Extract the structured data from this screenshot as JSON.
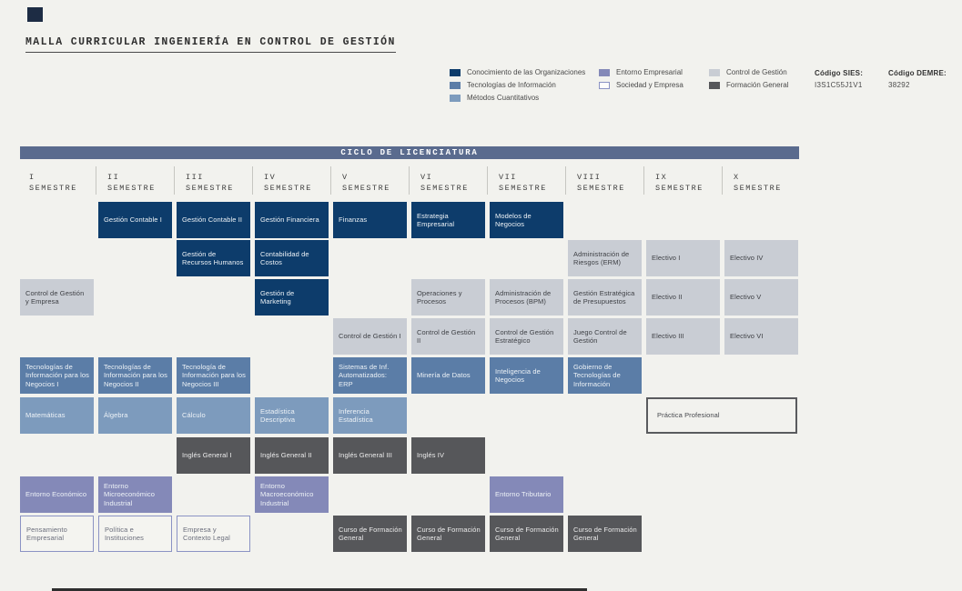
{
  "page": {
    "title": "MALLA CURRICULAR INGENIERÍA EN CONTROL DE GESTIÓN",
    "banner": "CICLO DE LICENCIATURA"
  },
  "colors": {
    "background": "#f2f2ee",
    "banner": "#5a6b8e",
    "org": "#0d3c6b",
    "ti": "#5b7da7",
    "mc": "#7d9bbd",
    "ee": "#8489b8",
    "se_border": "#8b93c4",
    "cg": "#c9cdd4",
    "fg": "#56575a",
    "pp_border": "#5a5b5e"
  },
  "legend": {
    "groups": [
      [
        {
          "label": "Conocimiento de las Organizaciones",
          "cat": "org"
        },
        {
          "label": "Tecnologías de Información",
          "cat": "ti"
        },
        {
          "label": "Métodos Cuantitativos",
          "cat": "mc"
        }
      ],
      [
        {
          "label": "Entorno Empresarial",
          "cat": "ee"
        },
        {
          "label": "Sociedad y Empresa",
          "cat": "se"
        }
      ],
      [
        {
          "label": "Control de Gestión",
          "cat": "cg"
        },
        {
          "label": "Formación General",
          "cat": "fg"
        }
      ]
    ],
    "codes": [
      {
        "label": "Código SIES:",
        "value": "I3S1C55J1V1"
      },
      {
        "label": "Código DEMRE:",
        "value": "38292"
      }
    ]
  },
  "semesters": [
    {
      "numeral": "I",
      "word": "SEMESTRE"
    },
    {
      "numeral": "II",
      "word": "SEMESTRE"
    },
    {
      "numeral": "III",
      "word": "SEMESTRE"
    },
    {
      "numeral": "IV",
      "word": "SEMESTRE"
    },
    {
      "numeral": "V",
      "word": "SEMESTRE"
    },
    {
      "numeral": "VI",
      "word": "SEMESTRE"
    },
    {
      "numeral": "VII",
      "word": "SEMESTRE"
    },
    {
      "numeral": "VIII",
      "word": "SEMESTRE"
    },
    {
      "numeral": "IX",
      "word": "SEMESTRE"
    },
    {
      "numeral": "X",
      "word": "SEMESTRE"
    }
  ],
  "courses": [
    {
      "name": "Gestión Contable I",
      "col": 2,
      "row": 1,
      "cat": "org"
    },
    {
      "name": "Gestión Contable II",
      "col": 3,
      "row": 1,
      "cat": "org"
    },
    {
      "name": "Gestión Financiera",
      "col": 4,
      "row": 1,
      "cat": "org"
    },
    {
      "name": "Finanzas",
      "col": 5,
      "row": 1,
      "cat": "org"
    },
    {
      "name": "Estrategia Empresarial",
      "col": 6,
      "row": 1,
      "cat": "org"
    },
    {
      "name": "Modelos de Negocios",
      "col": 7,
      "row": 1,
      "cat": "org"
    },
    {
      "name": "Gestión de Recursos Humanos",
      "col": 3,
      "row": 2,
      "cat": "org"
    },
    {
      "name": "Contabilidad de Costos",
      "col": 4,
      "row": 2,
      "cat": "org"
    },
    {
      "name": "Administración de Riesgos (ERM)",
      "col": 8,
      "row": 2,
      "cat": "cg"
    },
    {
      "name": "Electivo I",
      "col": 9,
      "row": 2,
      "cat": "cg"
    },
    {
      "name": "Electivo IV",
      "col": 10,
      "row": 2,
      "cat": "cg"
    },
    {
      "name": "Control de Gestión y Empresa",
      "col": 1,
      "row": 3,
      "cat": "cg"
    },
    {
      "name": "Gestión de Marketing",
      "col": 4,
      "row": 3,
      "cat": "org"
    },
    {
      "name": "Operaciones y Procesos",
      "col": 6,
      "row": 3,
      "cat": "cg"
    },
    {
      "name": "Administración de Procesos (BPM)",
      "col": 7,
      "row": 3,
      "cat": "cg"
    },
    {
      "name": "Gestión Estratégica de Presupuestos",
      "col": 8,
      "row": 3,
      "cat": "cg"
    },
    {
      "name": "Electivo II",
      "col": 9,
      "row": 3,
      "cat": "cg"
    },
    {
      "name": "Electivo V",
      "col": 10,
      "row": 3,
      "cat": "cg"
    },
    {
      "name": "Control de Gestión I",
      "col": 5,
      "row": 4,
      "cat": "cg"
    },
    {
      "name": "Control de Gestión II",
      "col": 6,
      "row": 4,
      "cat": "cg"
    },
    {
      "name": "Control de Gestión Estratégico",
      "col": 7,
      "row": 4,
      "cat": "cg"
    },
    {
      "name": "Juego Control de Gestión",
      "col": 8,
      "row": 4,
      "cat": "cg"
    },
    {
      "name": "Electivo III",
      "col": 9,
      "row": 4,
      "cat": "cg"
    },
    {
      "name": "Electivo VI",
      "col": 10,
      "row": 4,
      "cat": "cg"
    },
    {
      "name": "Tecnologías de Información para los Negocios I",
      "col": 1,
      "row": 5,
      "cat": "ti"
    },
    {
      "name": "Tecnologías de Información para los Negocios II",
      "col": 2,
      "row": 5,
      "cat": "ti"
    },
    {
      "name": "Tecnología de Información para los Negocios III",
      "col": 3,
      "row": 5,
      "cat": "ti"
    },
    {
      "name": "Sistemas de Inf. Automatizados: ERP",
      "col": 5,
      "row": 5,
      "cat": "ti"
    },
    {
      "name": "Minería de Datos",
      "col": 6,
      "row": 5,
      "cat": "ti"
    },
    {
      "name": "Inteligencia de Negocios",
      "col": 7,
      "row": 5,
      "cat": "ti"
    },
    {
      "name": "Gobierno de Tecnologías de Información",
      "col": 8,
      "row": 5,
      "cat": "ti"
    },
    {
      "name": "Matemáticas",
      "col": 1,
      "row": 6,
      "cat": "mc"
    },
    {
      "name": "Álgebra",
      "col": 2,
      "row": 6,
      "cat": "mc"
    },
    {
      "name": "Cálculo",
      "col": 3,
      "row": 6,
      "cat": "mc"
    },
    {
      "name": "Estadística Descriptiva",
      "col": 4,
      "row": 6,
      "cat": "mc"
    },
    {
      "name": "Inferencia Estadística",
      "col": 5,
      "row": 6,
      "cat": "mc"
    },
    {
      "name": "Práctica Profesional",
      "col": 9,
      "row": 6,
      "span": 2,
      "cat": "pp"
    },
    {
      "name": "Inglés General I",
      "col": 3,
      "row": 7,
      "cat": "fg"
    },
    {
      "name": "Inglés General II",
      "col": 4,
      "row": 7,
      "cat": "fg"
    },
    {
      "name": "Inglés General III",
      "col": 5,
      "row": 7,
      "cat": "fg"
    },
    {
      "name": "Inglés IV",
      "col": 6,
      "row": 7,
      "cat": "fg"
    },
    {
      "name": "Entorno Económico",
      "col": 1,
      "row": 8,
      "cat": "ee"
    },
    {
      "name": "Entorno Microeconómico Industrial",
      "col": 2,
      "row": 8,
      "cat": "ee"
    },
    {
      "name": "Entorno Macroeconómico Industrial",
      "col": 4,
      "row": 8,
      "cat": "ee"
    },
    {
      "name": "Entorno Tributario",
      "col": 7,
      "row": 8,
      "cat": "ee"
    },
    {
      "name": "Pensamiento Empresarial",
      "col": 1,
      "row": 9,
      "cat": "se"
    },
    {
      "name": "Política e Instituciones",
      "col": 2,
      "row": 9,
      "cat": "se"
    },
    {
      "name": "Empresa y Contexto Legal",
      "col": 3,
      "row": 9,
      "cat": "se"
    },
    {
      "name": "Curso de Formación General",
      "col": 5,
      "row": 9,
      "cat": "fg"
    },
    {
      "name": "Curso de Formación General",
      "col": 6,
      "row": 9,
      "cat": "fg"
    },
    {
      "name": "Curso de Formación General",
      "col": 7,
      "row": 9,
      "cat": "fg"
    },
    {
      "name": "Curso de Formación General",
      "col": 8,
      "row": 9,
      "cat": "fg"
    }
  ]
}
